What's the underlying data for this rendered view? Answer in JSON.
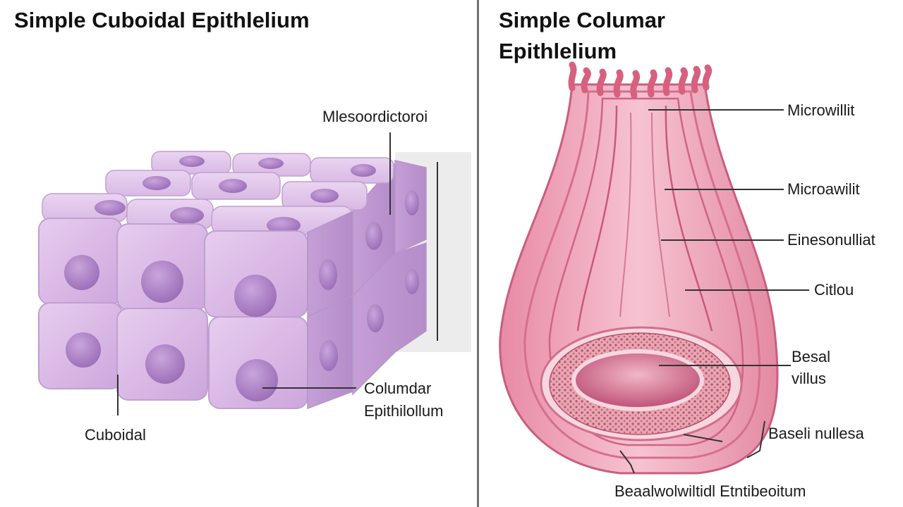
{
  "left": {
    "title": "Simple Cuboidal Epithlelium",
    "labels": {
      "top": "Mlesoordictoroi",
      "right_line1": "Columdar",
      "right_line2": "Epithilollum",
      "bottom": "Cuboidal"
    }
  },
  "right": {
    "title_line1": "Simple Columar",
    "title_line2": "Epithlelium",
    "labels": {
      "l1": "Microwillit",
      "l2": "Microawilit",
      "l3": "Einesonulliat",
      "l4": "Citlou",
      "l5_line1": "Besal",
      "l5_line2": "villus",
      "l6": "Baseli nullesa",
      "l7": "Beaalwolwiltidl Etntibeoitum"
    }
  },
  "colors": {
    "cell_fill": "#d7b6e0",
    "cell_edge": "#a98abd",
    "nucleus": "#a97cc2",
    "tissue_pink": "#e99bb0",
    "tissue_dark": "#c9607e",
    "divider": "#707070"
  }
}
